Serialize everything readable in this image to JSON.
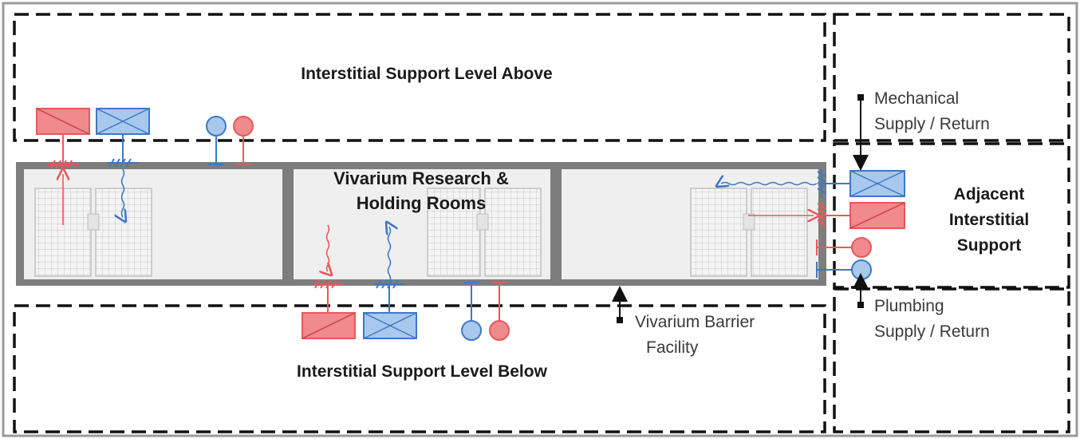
{
  "labels": {
    "level_above": "Interstitial Support Level Above",
    "level_below": "Interstitial Support Level Below",
    "research_line1": "Vivarium Research &",
    "research_line2": "Holding Rooms",
    "adjacent_line1": "Adjacent",
    "adjacent_line2": "Interstitial",
    "adjacent_line3": "Support",
    "mechanical_line1": "Mechanical",
    "mechanical_line2": "Supply / Return",
    "plumbing_line1": "Plumbing",
    "plumbing_line2": "Supply / Return",
    "barrier_line1": "Vivarium Barrier",
    "barrier_line2": "Facility"
  },
  "colors": {
    "supply_red": "#e8585c",
    "supply_red_fill": "#f08a8c",
    "return_blue": "#3e78c4",
    "return_blue_fill": "#a9c9ec",
    "wall_gray": "#8a8a8a",
    "rack_gray": "#cfcfcf",
    "dashed_border": "#111111"
  },
  "icons": [
    "duct-box-supply",
    "duct-box-return",
    "pipe-valve-supply",
    "pipe-valve-return",
    "animal-rack"
  ]
}
